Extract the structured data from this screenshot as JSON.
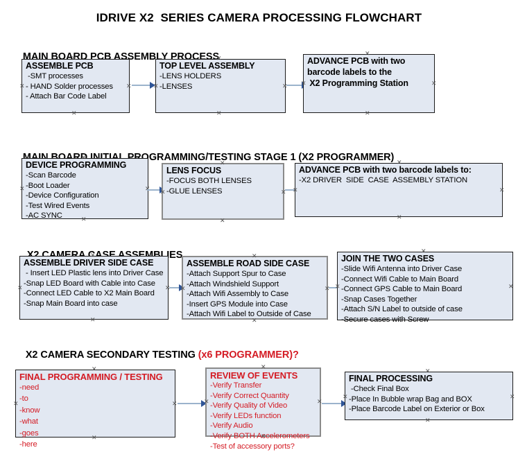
{
  "title": "IDRIVE X2  SERIES CAMERA PROCESSING FLOWCHART",
  "colors": {
    "node_fill": "#E2E8F2",
    "node_border": "#1A1A1A",
    "node_border_gray": "#8A8A8A",
    "accent_red": "#D41B24",
    "connector_shaft": "#9BB3CC",
    "connector_head": "#2F5597",
    "text": "#000000",
    "background": "#FFFFFF"
  },
  "sections": [
    {
      "heading": "MAIN BOARD PCB ASSEMBLY PROCESS",
      "heading_accent": "",
      "nodes": [
        {
          "title": "ASSEMBLE PCB",
          "lines": [
            " -SMT processes",
            "- HAND Solder processes",
            "- Attach Bar Code Label"
          ]
        },
        {
          "title": "TOP LEVEL ASSEMBLY",
          "lines": [
            "-LENS HOLDERS",
            "-LENSES"
          ]
        },
        {
          "title": "ADVANCE PCB with two",
          "lines": [
            "barcode labels to the",
            " X2 Programming Station"
          ]
        }
      ]
    },
    {
      "heading": "MAIN BOARD INITIAL PROGRAMMING/TESTING STAGE 1 (X2 PROGRAMMER)",
      "heading_accent": "",
      "nodes": [
        {
          "title": "DEVICE PROGRAMMING",
          "lines": [
            "-Scan Barcode",
            "-Boot Loader",
            "-Device Configuration",
            "-Test Wired Events",
            "-AC SYNC"
          ]
        },
        {
          "title": "LENS FOCUS",
          "lines": [
            "-FOCUS BOTH LENSES",
            "-GLUE LENSES"
          ]
        },
        {
          "title": "ADVANCE PCB with two barcode labels to:",
          "lines": [
            "-X2 DRIVER  SIDE  CASE  ASSEMBLY STATION"
          ]
        }
      ]
    },
    {
      "heading": "X2 CAMERA CASE ASSEMBLIES",
      "heading_accent": "",
      "nodes": [
        {
          "title": "ASSEMBLE DRIVER SIDE CASE",
          "lines": [
            " - Insert LED Plastic lens into Driver Case",
            "-Snap LED Board with Cable into Case",
            "-Connect LED Cable to X2 Main Board",
            "-Snap Main Board into case"
          ]
        },
        {
          "title": "ASSEMBLE ROAD SIDE CASE",
          "lines": [
            "-Attach Support Spur to Case",
            "-Attach Windshield Support",
            "-Attach Wifi Assembly to Case",
            "-Insert GPS Module into Case",
            "-Attach Wifi Label to Outside of Case"
          ]
        },
        {
          "title": "JOIN THE TWO CASES",
          "lines": [
            "-Slide Wifi Antenna into Driver Case",
            "-Connect Wifi Cable to Main Board",
            "-Connect GPS Cable to Main Board",
            "-Snap Cases Together",
            "-Attach S/N Label to outside of case",
            "-Secure cases with Screw"
          ]
        }
      ]
    },
    {
      "heading": "X2 CAMERA SECONDARY TESTING ",
      "heading_accent": "(x6 PROGRAMMER)?",
      "nodes": [
        {
          "title": "FINAL PROGRAMMING / TESTING",
          "lines": [
            "-need",
            "-to",
            "-know",
            "-what",
            "-goes",
            "-here"
          ]
        },
        {
          "title": "REVIEW OF EVENTS",
          "lines": [
            "-Verify Transfer",
            "-Verify Correct Quantity",
            "-Verify Quality of Video",
            "-Verify LEDs function",
            "-Verify Audio",
            "-Verify BOTH Accelerometers",
            "-Test of accessory ports?"
          ]
        },
        {
          "title": "FINAL PROCESSING",
          "lines": [
            " -Check Final Box",
            "-Place In Bubble wrap Bag and BOX",
            "-Place Barcode Label on Exterior or Box"
          ]
        }
      ]
    }
  ]
}
